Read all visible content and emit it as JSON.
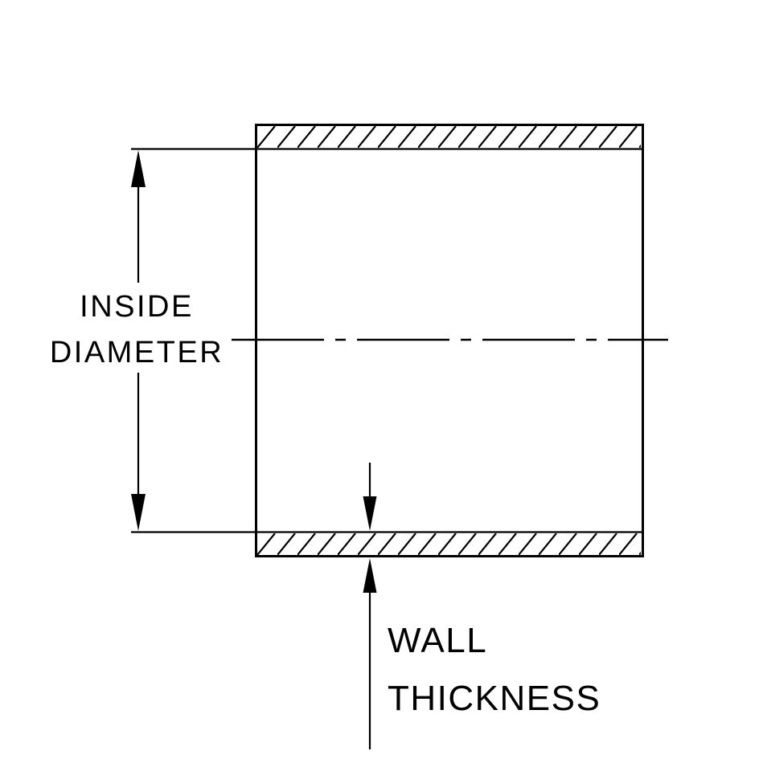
{
  "colors": {
    "line": "#000000",
    "background": "#ffffff"
  },
  "labels": {
    "inside_diameter_line1": "INSIDE",
    "inside_diameter_line2": "DIAMETER",
    "wall_thickness_line1": "WALL",
    "wall_thickness_line2": "THICKNESS"
  }
}
